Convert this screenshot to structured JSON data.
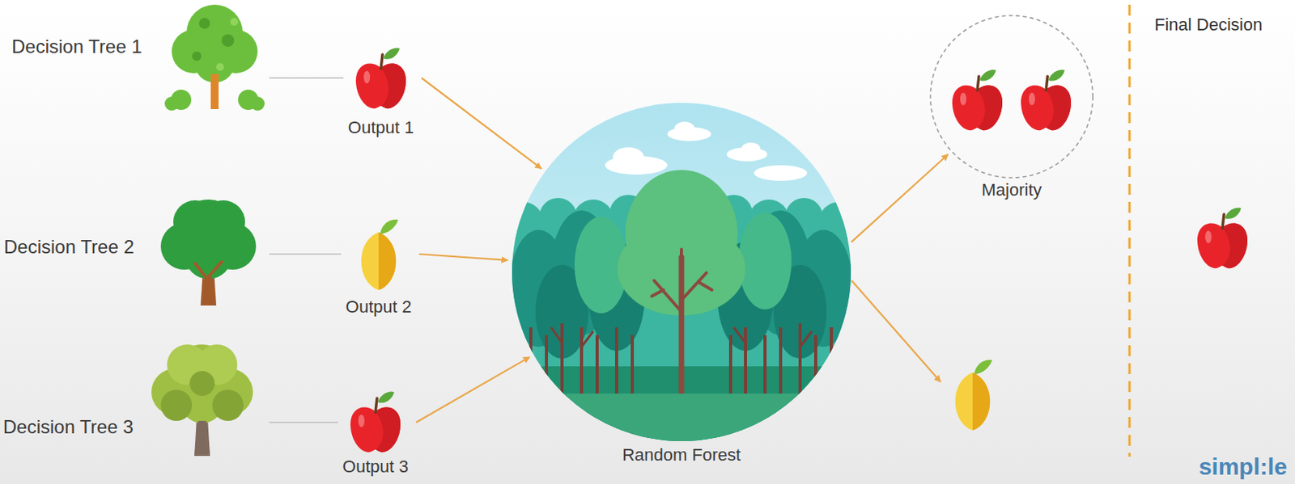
{
  "diagram": {
    "nodes": [
      {
        "text": [
          "Decision Tree 1"
        ]
      },
      {
        "text": [
          "Output 1"
        ]
      },
      {
        "text": [
          "Decision Tree 2"
        ]
      },
      {
        "text": [
          "Output 2"
        ]
      },
      {
        "text": [
          "Decision Tree 3"
        ]
      },
      {
        "text": [
          "Output 3"
        ]
      },
      {
        "text": [
          "Random Forest"
        ]
      },
      {
        "text": [
          "Majority"
        ]
      }
    ],
    "edges": [
      {
        "from": 0,
        "to": 1,
        "arrow": "none"
      },
      {
        "from": 2,
        "to": 3,
        "arrow": "none"
      },
      {
        "from": 4,
        "to": 5,
        "arrow": "none"
      },
      {
        "from": 1,
        "to": 6,
        "arrow": "to"
      },
      {
        "from": 3,
        "to": 6,
        "arrow": "to"
      },
      {
        "from": 5,
        "to": 6,
        "arrow": "to"
      },
      {
        "from": 6,
        "to": 7,
        "arrow": "to"
      }
    ],
    "labels": [
      "Final Decision",
      "simpl:le"
    ]
  }
}
